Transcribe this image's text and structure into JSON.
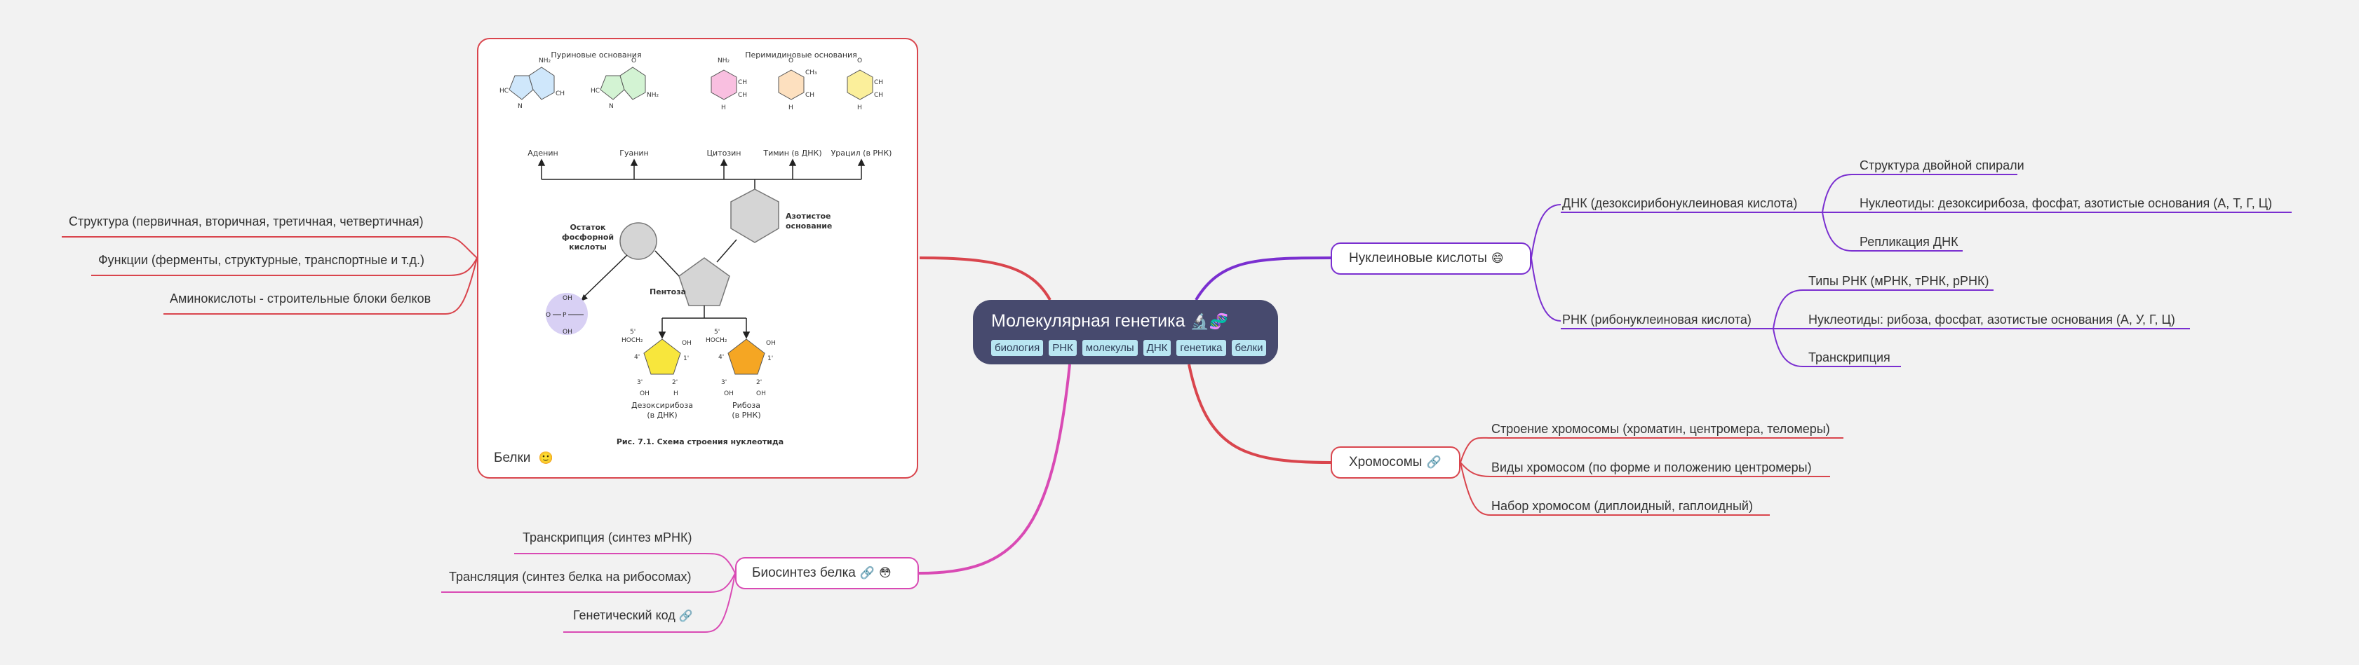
{
  "root": {
    "title": "Молекулярная генетика",
    "icon_emoji": "🔬🧬",
    "tags": [
      "биология",
      "РНК",
      "молекулы",
      "ДНК",
      "генетика",
      "белки"
    ]
  },
  "colors": {
    "background": "#f2f2f2",
    "root": "#474a6e",
    "nucleic": "#7a2fd0",
    "chromosomes": "#d9454d",
    "biosynthesis": "#d94ab4",
    "proteins": "#d9454d"
  },
  "nucleic": {
    "label": "Нуклеиновые кислоты",
    "emoji": "😄",
    "dna": {
      "label": "ДНК (дезоксирибонуклеиновая кислота)",
      "items": [
        "Структура двойной спирали",
        "Нуклеотиды: дезоксирибоза, фосфат, азотистые основания (А, Т, Г, Ц)",
        "Репликация ДНК"
      ]
    },
    "rna": {
      "label": "РНК (рибонуклеиновая кислота)",
      "items": [
        "Типы РНК (мРНК, тРНК, рРНК)",
        "Нуклеотиды: рибоза, фосфат, азотистые основания (А, У, Г, Ц)",
        "Транскрипция"
      ]
    }
  },
  "chromosomes": {
    "label": "Хромосомы",
    "icon": "link-icon",
    "items": [
      "Строение хромосомы (хроматин, центромера, теломеры)",
      "Виды хромосом (по форме и положению центромеры)",
      "Набор хромосом (диплоидный, гаплоидный)"
    ]
  },
  "biosynthesis": {
    "label": "Биосинтез белка",
    "icon": "link-icon",
    "emoji": "😳",
    "items": [
      "Транскрипция (синтез мРНК)",
      "Трансляция (синтез белка на рибосомах)",
      "Генетический код"
    ],
    "item3_icon": "link-icon"
  },
  "proteins": {
    "label": "Белки",
    "emoji": "🙂",
    "items": [
      "Структура (первичная, вторичная, третичная, четвертичная)",
      "Функции (ферменты, структурные, транспортные и т.д.)",
      "Аминокислоты - строительные блоки белков"
    ],
    "figure": {
      "purines_title": "Пуриновые основания",
      "pyrimidines_title": "Перимидиновые основания",
      "bases": [
        "Аденин",
        "Гуанин",
        "Цитозин",
        "Тимин (в ДНК)",
        "Урацил (в РНК)"
      ],
      "phosphate_label": [
        "Остаток",
        "фосфорной",
        "кислоты"
      ],
      "base_label": [
        "Азотистое",
        "основание"
      ],
      "pentose_label": "Пентоза",
      "sugars": [
        [
          "Дезоксирибоза",
          "(в ДНК)"
        ],
        [
          "Рибоза",
          "(в РНК)"
        ]
      ],
      "caption": "Рис. 7.1. Схема строения нуклеотида"
    }
  }
}
